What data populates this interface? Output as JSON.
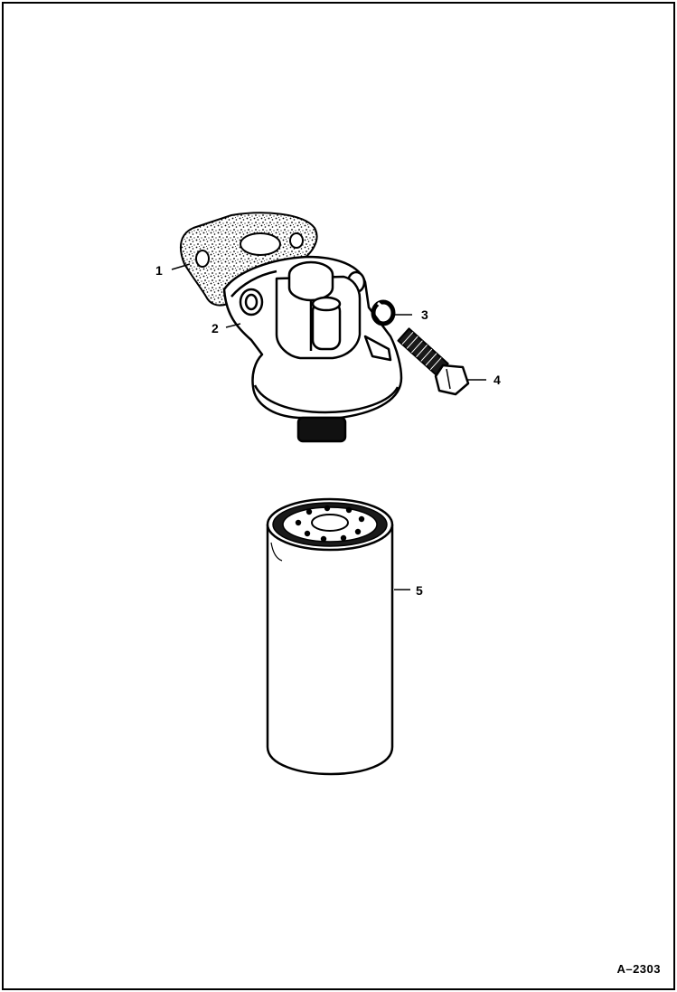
{
  "callouts": {
    "gasket": "1",
    "filter_head": "2",
    "lock_washer": "3",
    "bolt": "4",
    "filter_element": "5"
  },
  "figure_id": "A–2303",
  "colors": {
    "line": "#000000",
    "background": "#ffffff",
    "dark_fill": "#111111"
  }
}
